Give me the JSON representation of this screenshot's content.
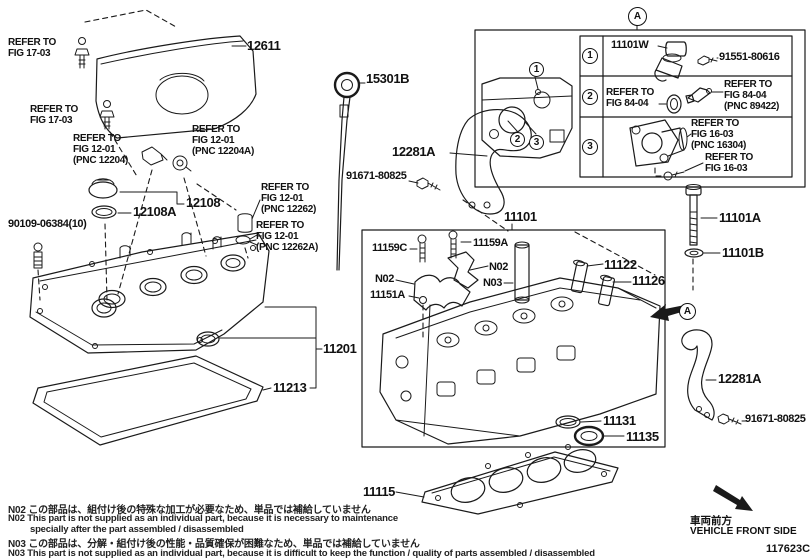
{
  "title": "Cylinder head and valve cover parts diagram",
  "callouts": {
    "refer1703a": "REFER TO\nFIG 17-03",
    "c12611": "12611",
    "refer1703b": "REFER TO\nFIG 17-03",
    "refer1201_12204": "REFER TO\nFIG 12-01\n(PNC 12204)",
    "refer1201_12204a": "REFER TO\nFIG 12-01\n(PNC 12204A)",
    "c12108": "12108",
    "c12108a": "12108A",
    "c90109": "90109-06384(10)",
    "c15301b": "15301B",
    "c12281a_l": "12281A",
    "c91671_l": "91671-80825",
    "refer1201_12262": "REFER TO\nFIG 12-01\n(PNC 12262)",
    "refer1201_12262a": "REFER TO\nFIG 12-01\n(PNC 12262A)",
    "c11101": "11101",
    "c11101a": "11101A",
    "c11101b": "11101B",
    "c11122": "11122",
    "c11126": "11126",
    "c11159c": "11159C",
    "c11159a": "11159A",
    "n02_r": "N02",
    "n03_c": "N03",
    "n02_l": "N02",
    "c11151a": "11151A",
    "c11131": "11131",
    "c11135": "11135",
    "c11201": "11201",
    "c11213": "11213",
    "c11115": "11115",
    "c12281a_r": "12281A",
    "c91671_r": "91671-80825",
    "c11101w": "11101W",
    "c91551": "91551-80616",
    "refer8404_l": "REFER TO\nFIG 84-04",
    "refer8404_r": "REFER TO\nFIG 84-04\n(PNC 89422)",
    "refer1603_pnc": "REFER TO\nFIG 16-03\n(PNC 16304)",
    "refer1603_b": "REFER TO\nFIG 16-03"
  },
  "markers": {
    "a_top": "A",
    "a_side": "A",
    "r1": "1",
    "r2": "2",
    "r3": "3",
    "v1": "1",
    "v2": "2",
    "v3": "3"
  },
  "notes": {
    "n02_jp": "N02 この部品は、組付け後の特殊な加工が必要なため、単品では補給していません",
    "n02_en1": "N02 This part is not supplied as an individual part, because it is necessary to maintenance",
    "n02_en2": "specially after the part assembled / disassembled",
    "n03_jp": "N03 この部品は、分解・組付け後の性能・品質確保が困難なため、単品では補給していません",
    "n03_en": "N03 This part is not supplied as an individual part, because it is difficult to keep the function / quality of parts  assembled / disassembled"
  },
  "footer": {
    "front_jp": "車両前方",
    "front_en": "VEHICLE FRONT SIDE",
    "doc_no": "117623C"
  }
}
